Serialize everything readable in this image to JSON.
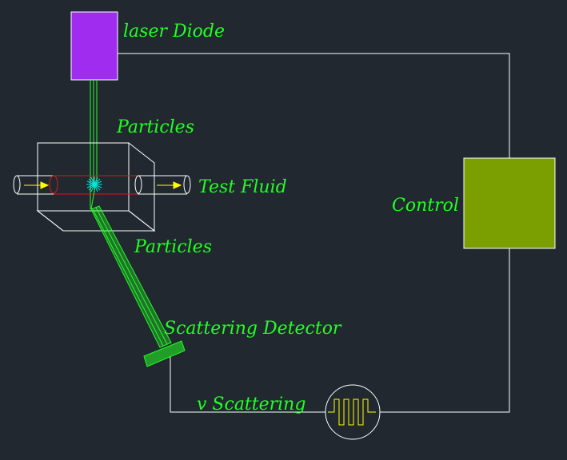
{
  "labels": {
    "laser": "laser Diode",
    "particles_top": "Particles",
    "test_fluid": "Test Fluid",
    "particles_bottom": "Particles",
    "control": "Control",
    "scattering_detector": "Scattering Detector",
    "v_scattering": "v Scattering"
  },
  "colors": {
    "background": "#212830",
    "label": "#22ff22",
    "laser_fill": "#a02cf0",
    "control_fill": "#7c9f00",
    "wire": "#ffffff",
    "beam": "#22ff22",
    "tube": "#d11d1d",
    "arrow": "#ffff00",
    "scatter_point": "#00e5e5",
    "oscilloscope": "#ffff00"
  },
  "icons": {
    "scatter_point": "starburst-icon",
    "flow_arrow": "arrow-right-icon",
    "signal": "square-wave-icon"
  }
}
